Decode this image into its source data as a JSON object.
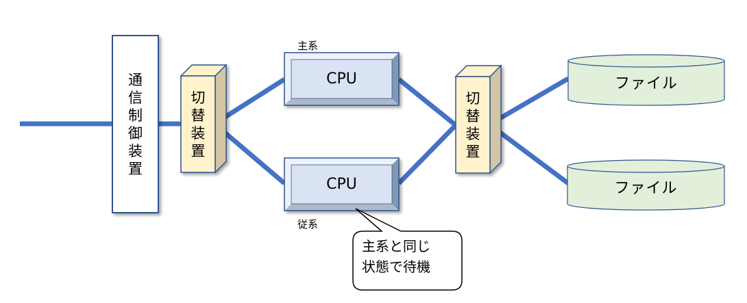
{
  "colors": {
    "line": "#4472C4",
    "border": "#2F528F",
    "comm_fill": "#FFFFFF",
    "switch_front": "#FFF2CC",
    "switch_side": "#D3C6A4",
    "switch_top": "#FFF2CC",
    "cpu_face": "#DAE3F3",
    "cpu_bevel_light": "#EEF2FA",
    "cpu_bevel_dark": "#8497B0",
    "cpu_bevel_bottom": "#ADB9CA",
    "file_fill": "#E2EFDA",
    "callout_fill": "#FFFFFF",
    "callout_border": "#000000"
  },
  "comm_controller": {
    "label": "通信制御装置"
  },
  "switch_left": {
    "label": "切替装置"
  },
  "switch_right": {
    "label": "切替装置"
  },
  "cpu_primary": {
    "label": "CPU",
    "caption": "主系"
  },
  "cpu_secondary": {
    "label": "CPU",
    "caption": "従系"
  },
  "file_top": {
    "label": "ファイル"
  },
  "file_bottom": {
    "label": "ファイル"
  },
  "callout": {
    "lines": [
      "主系と同じ",
      "状態で待機"
    ]
  }
}
